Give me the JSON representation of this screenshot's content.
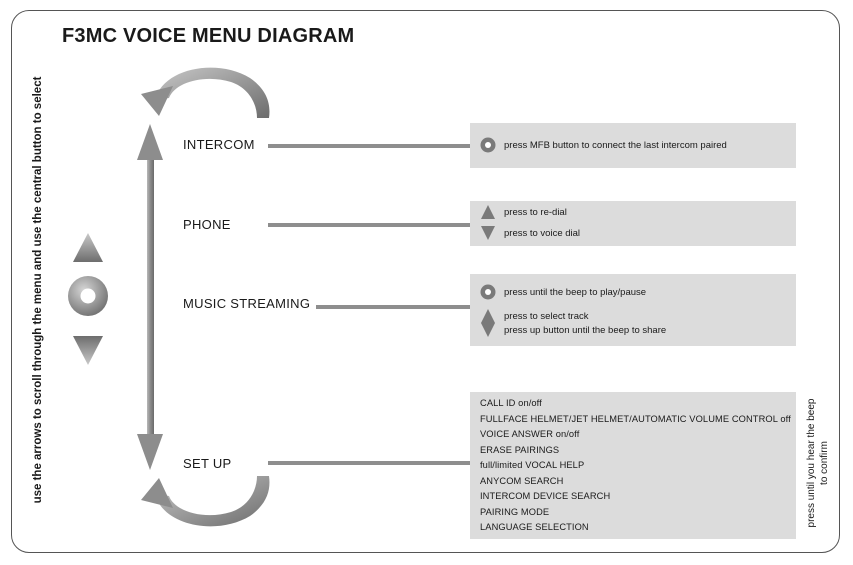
{
  "title": "F3MC VOICE MENU DIAGRAM",
  "side_instruction": "use the arrows to scroll through the menu and use the central button to select",
  "confirm_note_line1": "press until you hear the beep",
  "confirm_note_line2": "to confirm",
  "menu": {
    "intercom": {
      "label": "INTERCOM",
      "actions": [
        {
          "icon": "center-button-icon",
          "text": "press MFB button to connect the last intercom paired"
        }
      ]
    },
    "phone": {
      "label": "PHONE",
      "actions": [
        {
          "icon": "up-arrow-icon",
          "text": "press to re-dial"
        },
        {
          "icon": "down-arrow-icon",
          "text": "press to voice dial"
        }
      ]
    },
    "music": {
      "label": "MUSIC STREAMING",
      "actions": [
        {
          "icon": "center-button-icon",
          "text": "press until the beep to play/pause"
        },
        {
          "icon": "up-arrow-icon",
          "text": "press to select track"
        },
        {
          "icon": "down-arrow-icon",
          "text": "press up button until the beep to share"
        }
      ]
    },
    "setup": {
      "label": "SET UP",
      "items": [
        "CALL ID on/off",
        "FULLFACE HELMET/JET HELMET/AUTOMATIC VOLUME CONTROL off",
        "VOICE ANSWER on/off",
        "ERASE PAIRINGS",
        "full/limited VOCAL HELP",
        "ANYCOM SEARCH",
        "INTERCOM DEVICE SEARCH",
        "PAIRING MODE",
        "LANGUAGE SELECTION"
      ]
    }
  },
  "colors": {
    "connector": "#8e8e8e",
    "action_box": "#dcdcdc",
    "arrow_dark": "#6f6f6f",
    "arrow_light": "#b0b0b0"
  }
}
